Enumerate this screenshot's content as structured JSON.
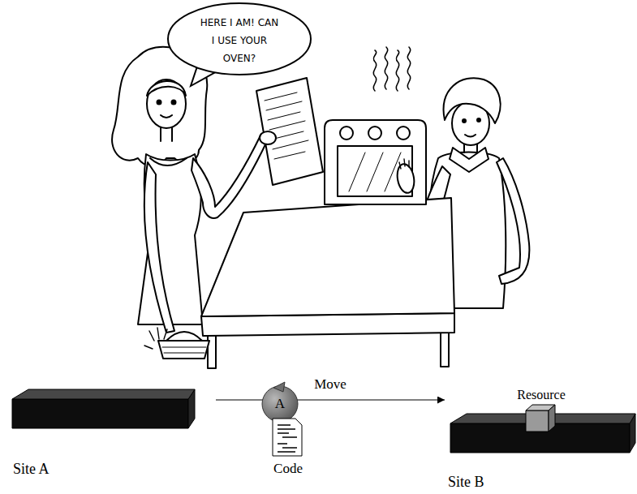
{
  "diagram": {
    "nodes": [
      {
        "text": [
          "HERE I AM! CAN I USE YOUR OVEN?"
        ]
      },
      {
        "text": [
          "Site A"
        ]
      },
      {
        "text": [
          "A"
        ]
      },
      {
        "text": [
          "Code"
        ]
      },
      {
        "text": [
          "Resource"
        ]
      },
      {
        "text": [
          "Site B"
        ]
      }
    ],
    "edges": [
      {
        "from": 1,
        "to": 5,
        "label": "Move",
        "arrow": "to"
      }
    ]
  }
}
